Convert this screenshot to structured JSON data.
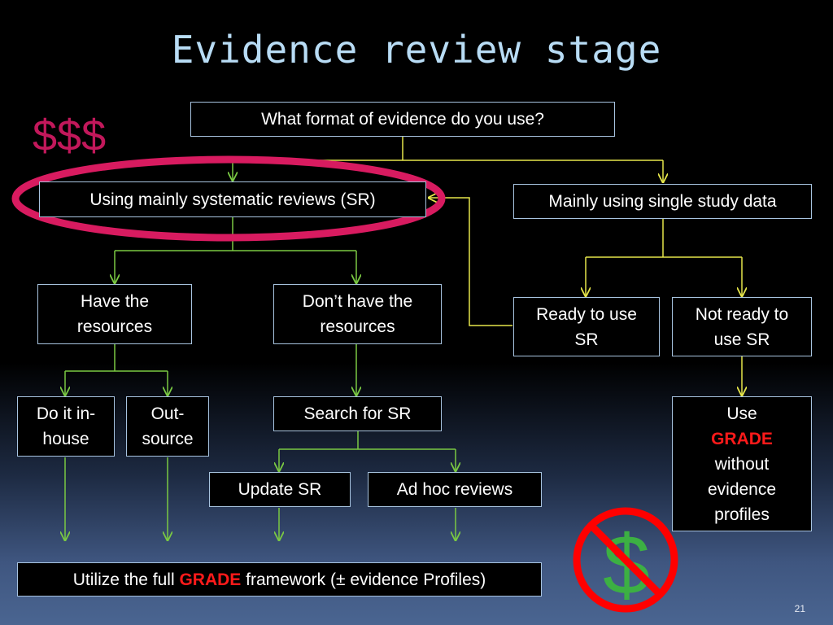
{
  "slide": {
    "title": "Evidence review stage",
    "cost_marker": "$$$",
    "page_number": "21"
  },
  "nodes": {
    "root": "What format of evidence do you use?",
    "sr": "Using mainly systematic reviews (SR)",
    "single": "Mainly using single study data",
    "have": "Have the resources",
    "donthave": "Don’t have the resources",
    "ready": "Ready to use SR",
    "notready": "Not ready to use SR",
    "inhouse": "Do it in-house",
    "outsource": "Out-source",
    "search": "Search for SR",
    "update": "Update SR",
    "adhoc": "Ad hoc reviews",
    "use_grade": {
      "pre": "Use",
      "grade": "GRADE",
      "post": "without evidence profiles"
    },
    "utilize": {
      "pre": "Utilize the full ",
      "grade": "GRADE",
      "post": " framework (± evidence Profiles)"
    }
  },
  "symbols": {
    "no_dollar": "$"
  },
  "colors": {
    "title": "#b8dcf5",
    "cost_marker": "#c2185b",
    "highlight_ellipse": "#d81b60",
    "yellow_connectors": "#e6e64a",
    "green_connectors": "#7ac943",
    "grade_text": "#ff1a1a",
    "no_symbol": "#ff0000",
    "no_symbol_dollar": "#3cb043",
    "box_border": "#a8c4e0"
  }
}
